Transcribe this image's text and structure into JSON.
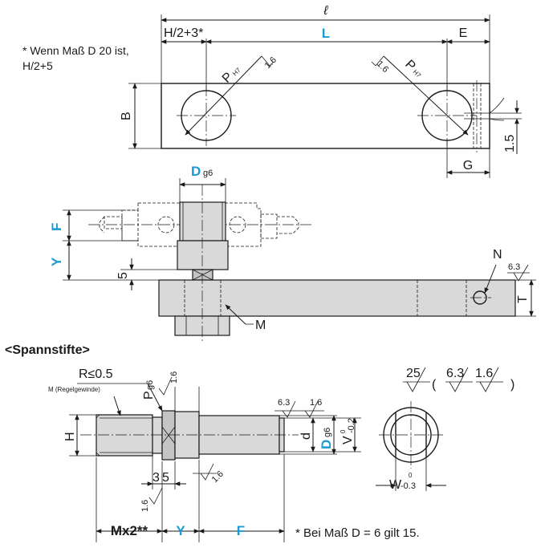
{
  "notes": {
    "wenn_line1": "* Wenn Maß D 20 ist,",
    "wenn_line2": "H/2+5",
    "section_title": "<Spannstifte>",
    "bei_note": "* Bei Maß D = 6 gilt 15."
  },
  "top_view": {
    "dim_l_total": "ℓ",
    "dim_h2": "H/2+3*",
    "dim_L": "L",
    "dim_E": "E",
    "dim_B": "B",
    "dim_G": "G",
    "dim_15": "1.5",
    "hole_left_p": "P",
    "hole_left_h7": "H7",
    "hole_left_rough": "1.6",
    "hole_right_p": "P",
    "hole_right_h7": "H7",
    "hole_right_rough": "1.6"
  },
  "side_view": {
    "dim_D": "D",
    "dim_D_tol": "g6",
    "dim_F": "F",
    "dim_Y": "Y",
    "dim_5": "5",
    "dim_M": "M",
    "dim_N": "N",
    "dim_T": "T",
    "rough_63": "6.3"
  },
  "pin_view": {
    "radius": "R≤0.5",
    "thread_note": "M (Regelgewinde)",
    "dim_P": "P",
    "dim_P_tol": "g6",
    "rough_16_top": "1.6",
    "rough_63": "6.3",
    "rough_16_right": "1.6",
    "dim_H": "H",
    "dim_d": "d",
    "dim_D": "D",
    "dim_D_tol": "g6",
    "dim_V": "V",
    "dim_V_tol_up": "0",
    "dim_V_tol_lo": "-0.2",
    "dim_3": "3",
    "dim_5": "5",
    "rough_16_bottom": "1.6",
    "rough_16_left": "1.6",
    "dim_mx2": "Mx2**",
    "dim_Y": "Y",
    "dim_F": "F",
    "dim_W": "W",
    "dim_W_tol_up": "0",
    "dim_W_tol_lo": "-0.3"
  },
  "surface_symbol": {
    "main": "25",
    "open_paren": "(",
    "sub1": "6.3",
    "sub2": "1.6",
    "close_paren": ")"
  },
  "colors": {
    "accent_blue": "#1a9ad6",
    "line": "#1a1a1a",
    "part_fill": "#d9d9d9"
  }
}
